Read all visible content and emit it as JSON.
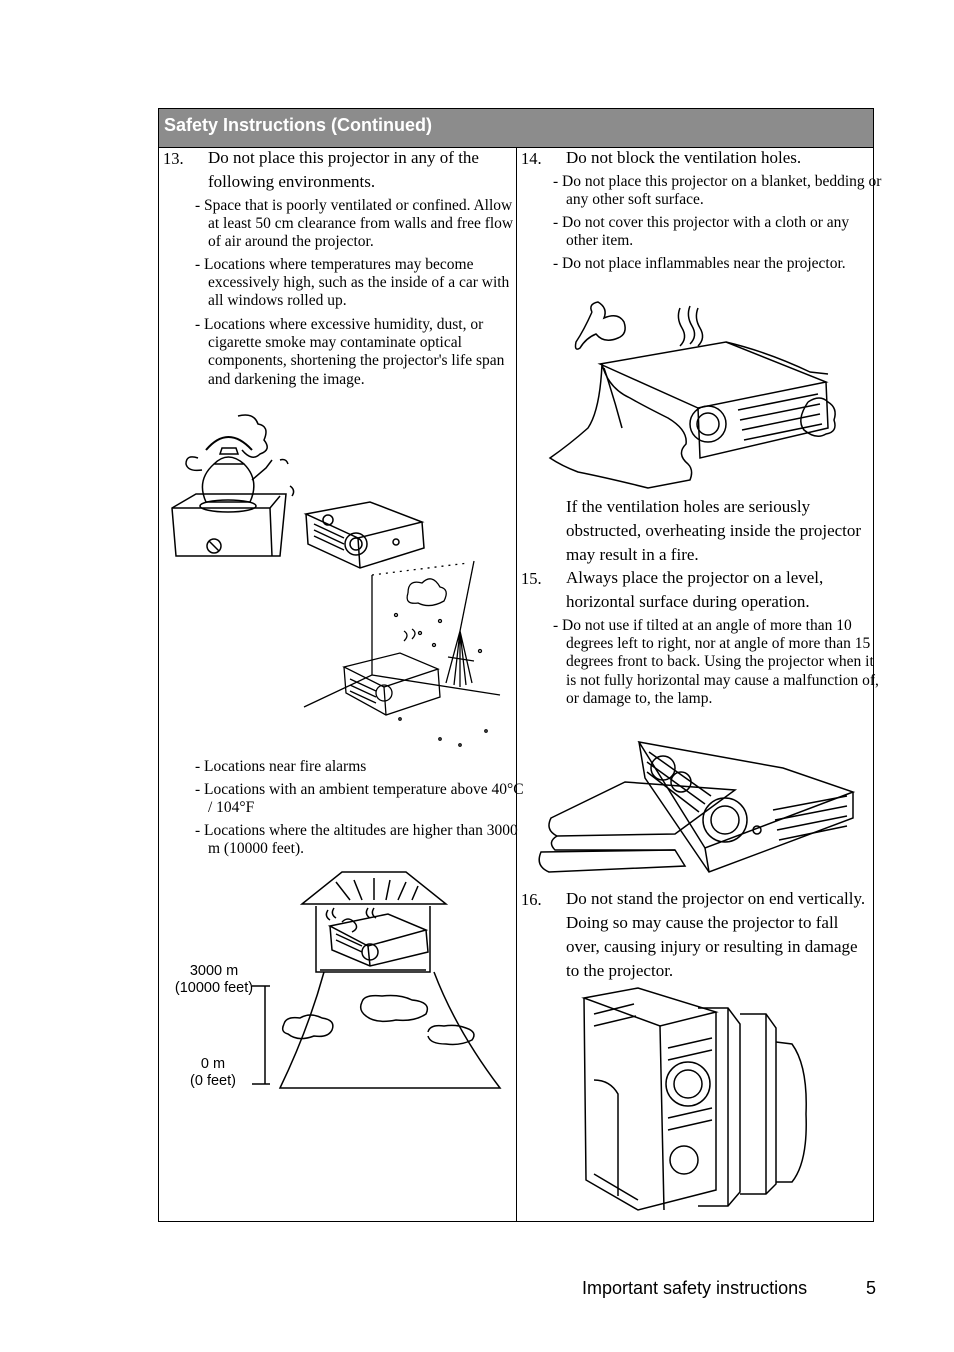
{
  "header": {
    "title": "Safety Instructions (Continued)"
  },
  "left": {
    "item13": {
      "number": "13.",
      "text": "Do not place this projector in any of the following environments.",
      "bullets": [
        "- Space that is poorly ventilated or confined. Allow at least 50 cm clearance from walls and free flow of air around the projector.",
        "- Locations where temperatures may become excessively high, such as the inside of a car with all windows rolled up.",
        "- Locations where excessive humidity, dust, or cigarette smoke may contaminate optical components, shortening the projector's life span and darkening the image."
      ],
      "bullets2": [
        "- Locations near fire alarms",
        "- Locations with an ambient temperature above 40°C / 104°F",
        "- Locations where the altitudes are higher than 3000 m (10000 feet)."
      ]
    },
    "altitude": {
      "top_line1": "3000 m",
      "top_line2": "(10000 feet)",
      "bottom_line1": "0 m",
      "bottom_line2": "(0 feet)"
    }
  },
  "right": {
    "item14": {
      "number": "14.",
      "text": "Do not block the ventilation holes.",
      "bullets": [
        "- Do not place this projector on a blanket, bedding or any other soft surface.",
        "- Do not cover this projector with a cloth or any other item.",
        "- Do not place inflammables near the projector."
      ],
      "note": "If the ventilation holes are seriously obstructed, overheating inside the projector may result in a fire."
    },
    "item15": {
      "number": "15.",
      "text": "Always place the projector on a level, horizontal surface during operation.",
      "bullet": "- Do not use if tilted at an angle of more than 10 degrees left to right, nor at angle of more than 15 degrees front to back. Using the projector when it is not fully horizontal may cause a malfunction of, or damage to, the lamp."
    },
    "item16": {
      "number": "16.",
      "text": "Do not stand the projector on end vertically. Doing so may cause the projector to fall over, causing injury or resulting in damage to the projector."
    }
  },
  "footer": {
    "section": "Important safety instructions",
    "page": "5"
  }
}
